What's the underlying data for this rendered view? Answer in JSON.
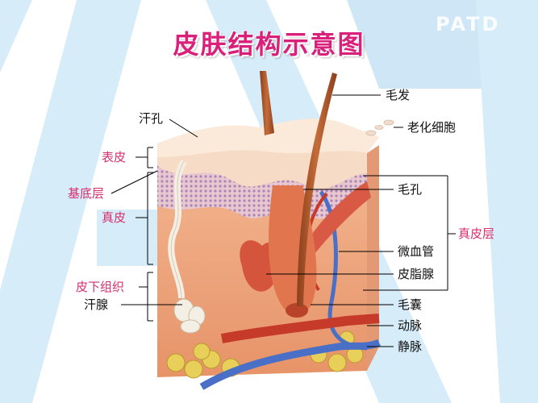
{
  "title": "皮肤结构示意图",
  "watermark": "PATD",
  "labels": {
    "sweat_pore": "汗孔",
    "epidermis": "表皮",
    "basal_layer": "基底层",
    "dermis": "真皮",
    "subcutaneous": "皮下组织",
    "sweat_gland": "汗腺",
    "hair": "毛发",
    "aging_cells": "老化细胞",
    "hair_pore": "毛孔",
    "capillary": "微血管",
    "sebaceous_gland": "皮脂腺",
    "follicle": "毛囊",
    "artery": "动脉",
    "vein": "静脉",
    "dermis_layer": "真皮层"
  },
  "colors": {
    "title": "#d9207a",
    "pink_label": "#d6306e",
    "background_stripe": "#d6ecf8",
    "skin_surface": "#f6dcc6",
    "dermis": "#eea57f",
    "hair": "#b5592d",
    "artery": "#c63a2a",
    "vein": "#4a6fc7"
  }
}
